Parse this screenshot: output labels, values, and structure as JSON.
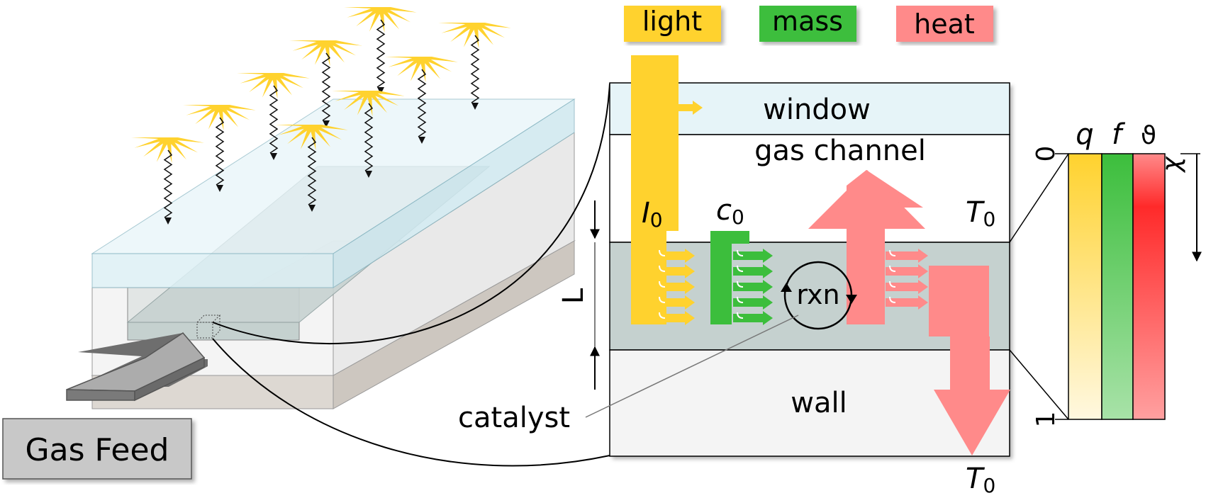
{
  "legend": {
    "light": "light",
    "mass": "mass",
    "heat": "heat"
  },
  "layers": {
    "window": "window",
    "gas_channel": "gas channel",
    "catalyst_layer": "",
    "wall": "wall"
  },
  "labels": {
    "light_intensity_symbol": "I",
    "light_intensity_sub": "0",
    "concentration_symbol": "c",
    "concentration_sub": "0",
    "temp_top_symbol": "T",
    "temp_top_sub": "0",
    "temp_bottom_symbol": "T",
    "temp_bottom_sub": "0",
    "thickness": "L",
    "reaction": "rxn",
    "catalyst": "catalyst",
    "gas_feed": "Gas Feed"
  },
  "profile_panel": {
    "columns": [
      "q",
      "f",
      "ϑ"
    ],
    "axis_label": "χ",
    "axis_top": "0",
    "axis_bottom": "1"
  },
  "colors": {
    "light": "#FFD22E",
    "mass": "#3CBE3C",
    "heat": "#FF8A8A",
    "window": "#E6F4F8",
    "catalyst_layer": "#C5D1CF",
    "wall": "#F4F4F4",
    "gas_feed": "#C8C8C8"
  }
}
